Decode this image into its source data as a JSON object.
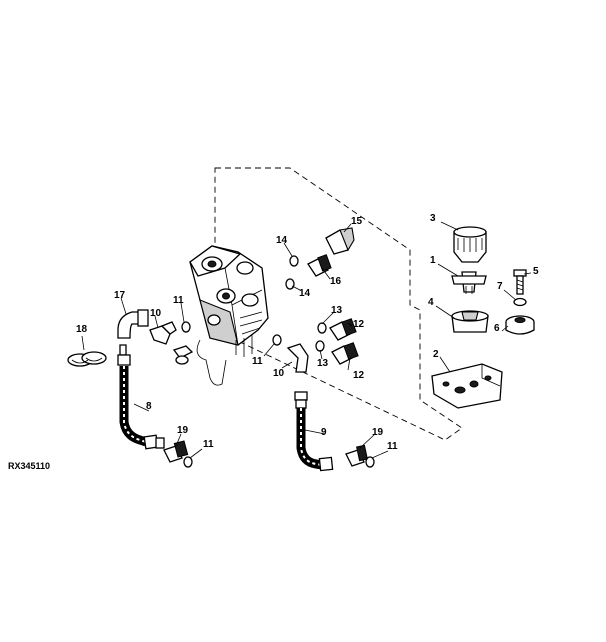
{
  "diagram": {
    "reference_code": "RX345110",
    "callouts": [
      {
        "id": "c1",
        "label": "1"
      },
      {
        "id": "c2",
        "label": "2"
      },
      {
        "id": "c3",
        "label": "3"
      },
      {
        "id": "c4",
        "label": "4"
      },
      {
        "id": "c5",
        "label": "5"
      },
      {
        "id": "c6",
        "label": "6"
      },
      {
        "id": "c7",
        "label": "7"
      },
      {
        "id": "c8",
        "label": "8"
      },
      {
        "id": "c9",
        "label": "9"
      },
      {
        "id": "c10a",
        "label": "10"
      },
      {
        "id": "c10b",
        "label": "10"
      },
      {
        "id": "c11a",
        "label": "11"
      },
      {
        "id": "c11b",
        "label": "11"
      },
      {
        "id": "c11c",
        "label": "11"
      },
      {
        "id": "c11d",
        "label": "11"
      },
      {
        "id": "c12a",
        "label": "12"
      },
      {
        "id": "c12b",
        "label": "12"
      },
      {
        "id": "c13a",
        "label": "13"
      },
      {
        "id": "c13b",
        "label": "13"
      },
      {
        "id": "c14a",
        "label": "14"
      },
      {
        "id": "c14b",
        "label": "14"
      },
      {
        "id": "c15",
        "label": "15"
      },
      {
        "id": "c16",
        "label": "16"
      },
      {
        "id": "c17",
        "label": "17"
      },
      {
        "id": "c18",
        "label": "18"
      },
      {
        "id": "c19a",
        "label": "19"
      },
      {
        "id": "c19b",
        "label": "19"
      }
    ]
  }
}
